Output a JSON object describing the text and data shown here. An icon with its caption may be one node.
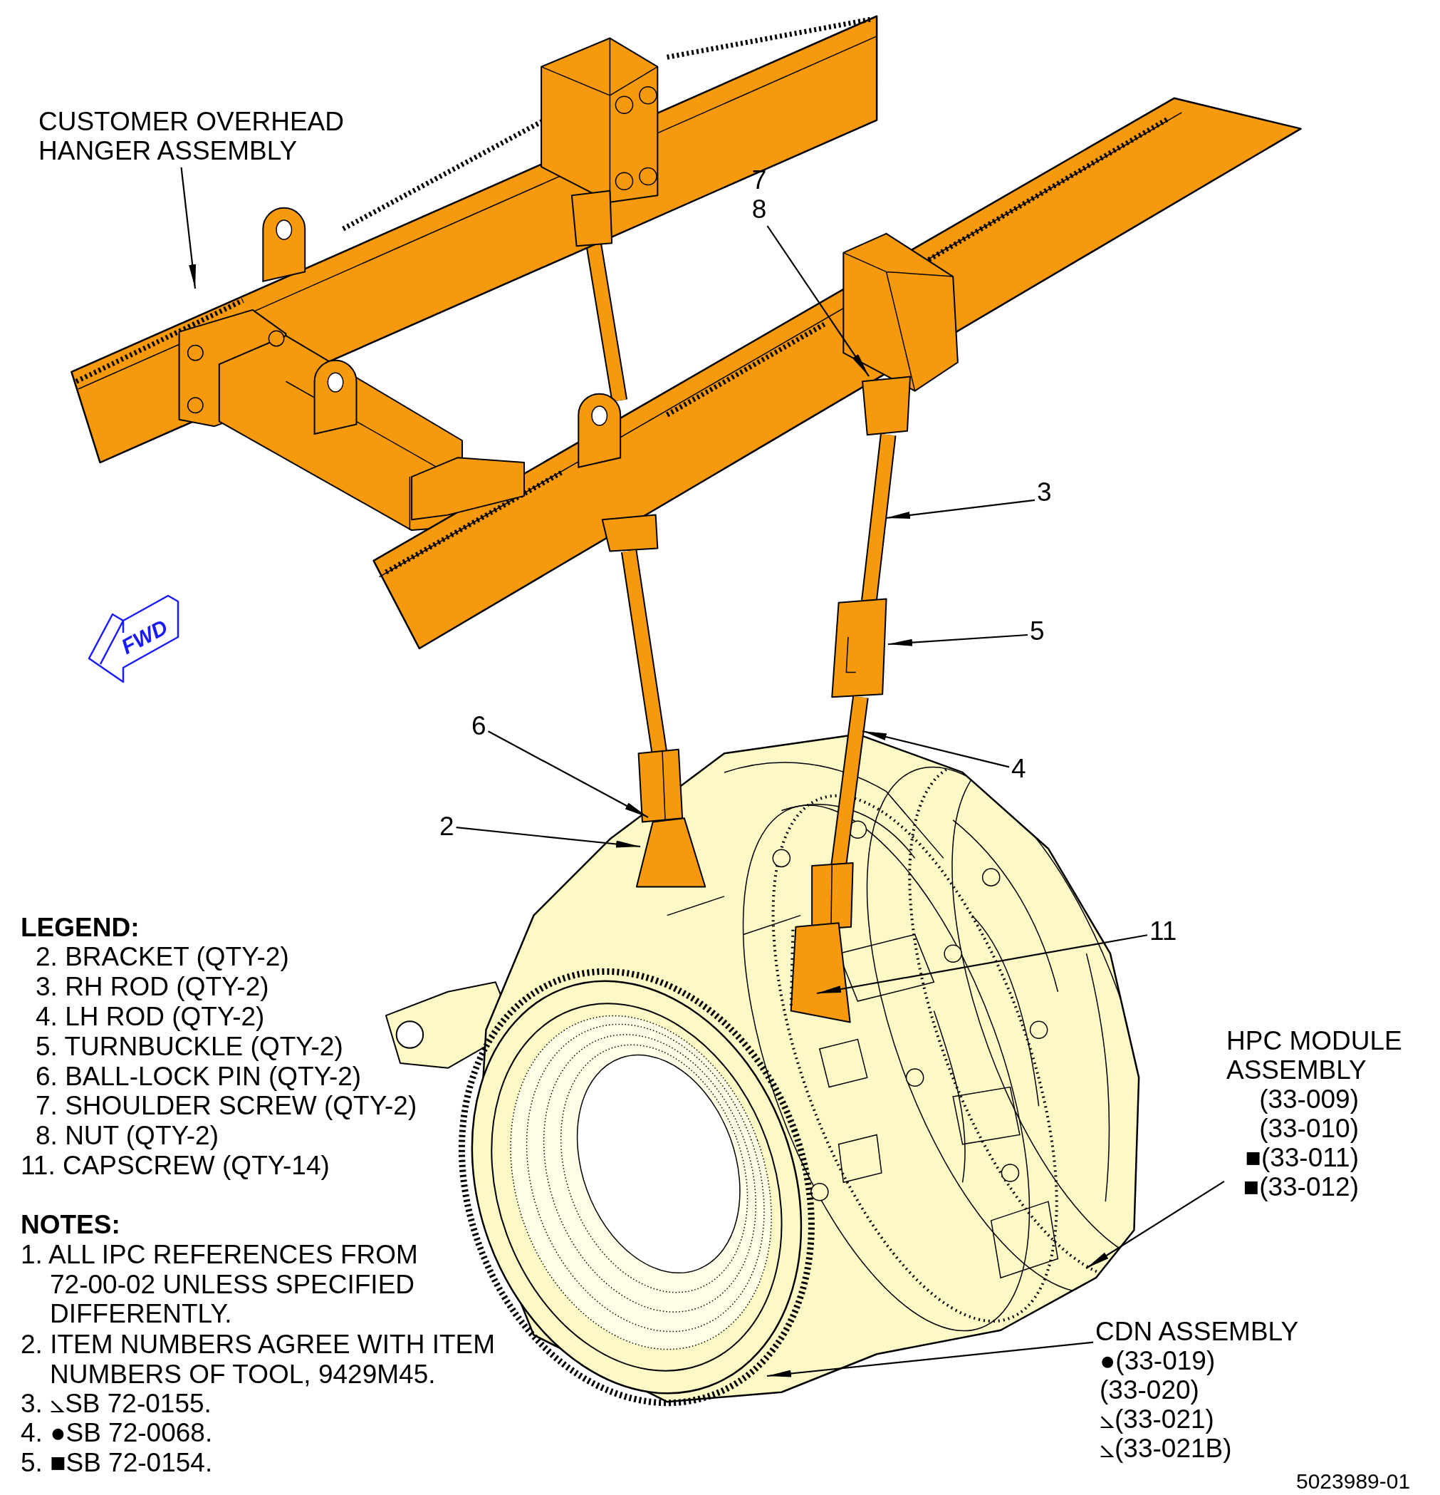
{
  "diagram": {
    "nodes": [
      {
        "text": [
          "CUSTOMER OVERHEAD HANGER ASSEMBLY"
        ]
      },
      {
        "text": [
          "7",
          "8"
        ]
      },
      {
        "text": [
          "3"
        ]
      },
      {
        "text": [
          "5"
        ]
      },
      {
        "text": [
          "4"
        ]
      },
      {
        "text": [
          "6"
        ]
      },
      {
        "text": [
          "2"
        ]
      },
      {
        "text": [
          "11"
        ]
      },
      {
        "text": [
          "HPC MODULE ASSEMBLY",
          "(33-009)",
          "(33-010)",
          "■(33-011)",
          "■(33-012)"
        ]
      },
      {
        "text": [
          "CDN ASSEMBLY",
          "●(33-019)",
          "(33-020)",
          "⦣(33-021)",
          "⦣(33-021B)"
        ]
      }
    ],
    "edges": [
      {
        "from": 0,
        "to": null,
        "arrow": "to"
      },
      {
        "from": 1,
        "to": null,
        "arrow": "to"
      },
      {
        "from": 2,
        "to": null,
        "arrow": "to"
      },
      {
        "from": 3,
        "to": null,
        "arrow": "to"
      },
      {
        "from": 4,
        "to": null,
        "arrow": "to"
      },
      {
        "from": 5,
        "to": null,
        "arrow": "to"
      },
      {
        "from": 6,
        "to": null,
        "arrow": "to"
      },
      {
        "from": 7,
        "to": null,
        "arrow": "to"
      },
      {
        "from": 8,
        "to": null,
        "arrow": "to"
      },
      {
        "from": 9,
        "to": null,
        "arrow": "to"
      }
    ],
    "labels": [
      "FWD",
      "LEGEND:",
      "2. BRACKET (QTY-2)",
      "3. RH ROD (QTY-2)",
      "4. LH ROD (QTY-2)",
      "5. TURNBUCKLE (QTY-2)",
      "6. BALL-LOCK PIN (QTY-2)",
      "7. SHOULDER SCREW (QTY-2)",
      "8. NUT (QTY-2)",
      "11. CAPSCREW (QTY-14)",
      "NOTES:",
      "1. ALL IPC REFERENCES FROM 72-00-02 UNLESS SPECIFIED DIFFERENTLY.",
      "2. ITEM NUMBERS AGREE WITH ITEM NUMBERS OF TOOL, 9429M45.",
      "3. ⦣SB 72-0155.",
      "4. ●SB 72-0068.",
      "5. ■SB 72-0154.",
      "5023989-01"
    ]
  }
}
